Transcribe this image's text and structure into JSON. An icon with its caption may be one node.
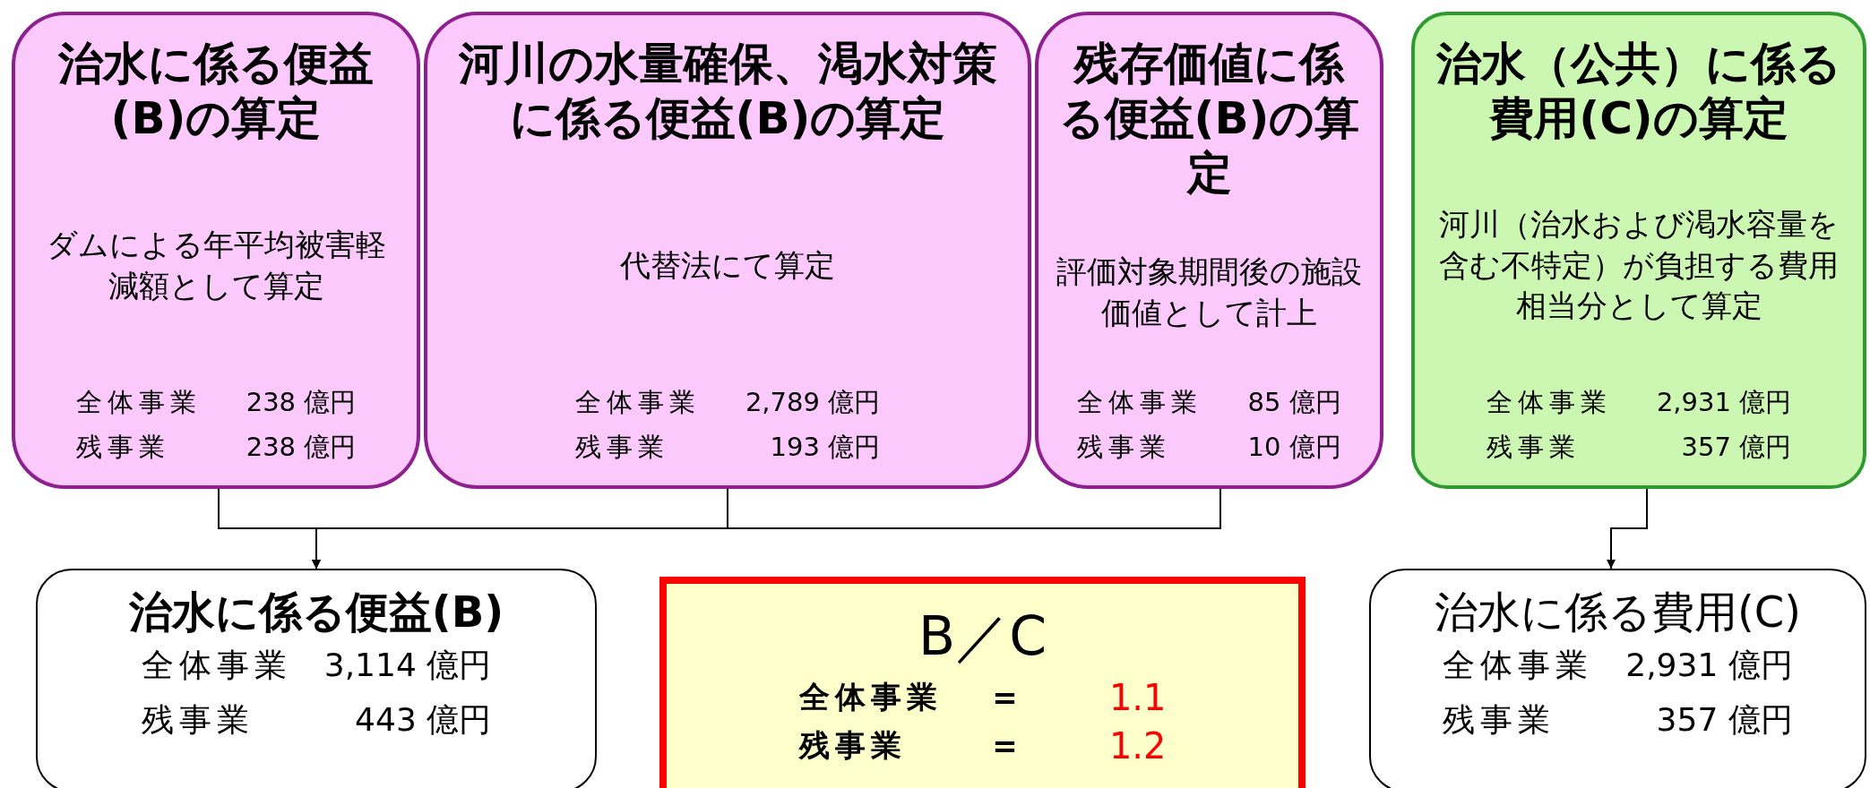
{
  "diagram": {
    "nodes": [
      {
        "text": [
          "治水に係る便益(B)の算定",
          "ダムによる年平均被害軽減額として算定",
          "全体事業",
          "238 億円",
          "残事業",
          "238 億円"
        ]
      },
      {
        "text": [
          "河川の水量確保、渇水対策に係る便益(B)の算定",
          "代替法にて算定",
          "全体事業",
          "2,789 億円",
          "残事業",
          "193 億円"
        ]
      },
      {
        "text": [
          "残存価値に係る便益(B)の算定",
          "評価対象期間後の施設価値として計上",
          "全体事業",
          "85 億円",
          "残事業",
          "10 億円"
        ]
      },
      {
        "text": [
          "治水（公共）に係る費用(C)の算定",
          "河川（治水および渇水容量を含む不特定）が負担する費用相当分として算定",
          "全体事業",
          "2,931 億円",
          "残事業",
          "357 億円"
        ]
      },
      {
        "text": [
          "治水に係る便益(B)",
          "全体事業",
          "3,114 億円",
          "残事業",
          "443 億円"
        ]
      },
      {
        "text": [
          "B／C",
          "全体事業",
          "=",
          "1.1",
          "残事業",
          "=",
          "1.2"
        ]
      },
      {
        "text": [
          "治水に係る費用(C)",
          "全体事業",
          "2,931 億円",
          "残事業",
          "357 億円"
        ]
      }
    ],
    "edges": [
      {
        "from": 0,
        "to": 4,
        "arrow": "to"
      },
      {
        "from": 1,
        "to": 4,
        "arrow": "to"
      },
      {
        "from": 2,
        "to": 4,
        "arrow": "to"
      },
      {
        "from": 3,
        "to": 6,
        "arrow": "to"
      }
    ]
  }
}
